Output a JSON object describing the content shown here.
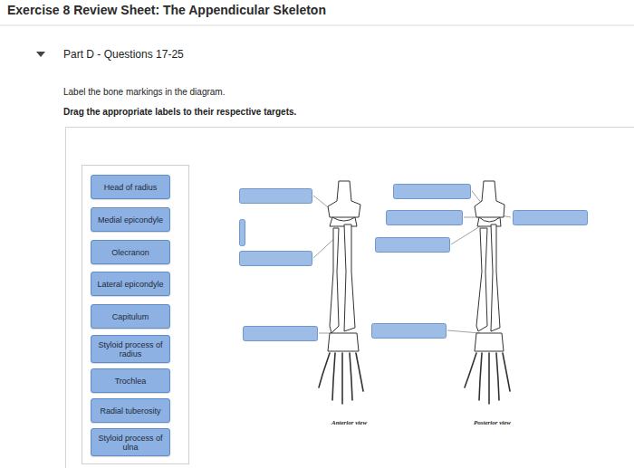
{
  "diagram": {
    "title": "Exercise 8 Review Sheet: The Appendicular Skeleton",
    "nodes": [
      {
        "text": [
          "Head of radius"
        ]
      },
      {
        "text": [
          "Medial epicondyle"
        ]
      },
      {
        "text": [
          "Olecranon"
        ]
      },
      {
        "text": [
          "Lateral epicondyle"
        ]
      },
      {
        "text": [
          "Capitulum"
        ]
      },
      {
        "text": [
          "Styloid process of radius"
        ]
      },
      {
        "text": [
          "Trochlea"
        ]
      },
      {
        "text": [
          "Radial tuberosity"
        ]
      },
      {
        "text": [
          "Styloid process of ulna"
        ]
      }
    ],
    "labels": [
      "Part D - Questions 17-25",
      "Label the bone markings in the diagram.",
      "Drag the appropriate labels to their respective targets.",
      "Anterior view",
      "Posterior view"
    ]
  }
}
